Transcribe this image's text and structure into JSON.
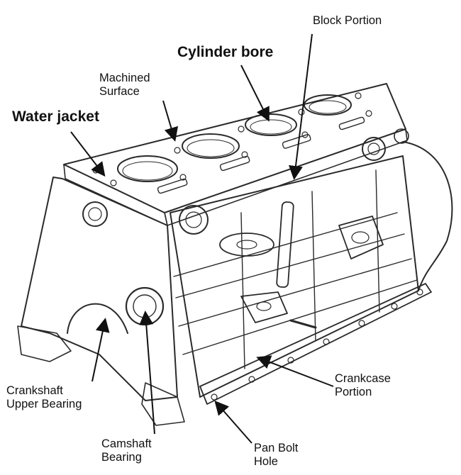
{
  "labels": {
    "block_portion": "Block Portion",
    "cylinder_bore": "Cylinder bore",
    "machined_surface": [
      "Machined",
      "Surface"
    ],
    "water_jacket": "Water jacket",
    "crankshaft_upper_bearing": [
      "Crankshaft",
      "Upper Bearing"
    ],
    "camshaft_bearing": [
      "Camshaft",
      "Bearing"
    ],
    "crankcase_portion": [
      "Crankcase",
      "Portion"
    ],
    "pan_bolt_hole": [
      "Pan Bolt",
      "Hole"
    ]
  },
  "colors": {
    "ink": "#2a2a2a",
    "paper": "#ffffff",
    "shade": "#e9e5dc"
  }
}
